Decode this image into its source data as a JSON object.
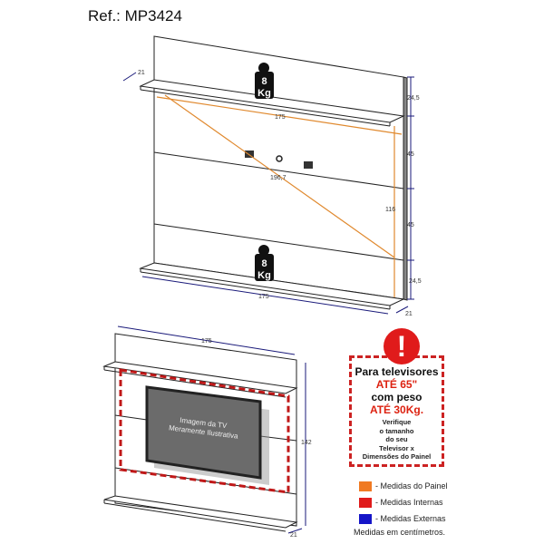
{
  "ref": "Ref.: MP3424",
  "top_drawing": {
    "weight_top": {
      "value": "8",
      "unit": "Kg"
    },
    "weight_bottom": {
      "value": "8",
      "unit": "Kg"
    },
    "depth_top": "21",
    "depth_bottom": "21",
    "width_panel": "175",
    "width_external": "175",
    "diagonal": "196,7",
    "height_panel": "116",
    "heights": [
      "24,5",
      "45",
      "45",
      "24,5"
    ]
  },
  "bottom_drawing": {
    "width": "175",
    "height": "142",
    "depth": "21",
    "tv_caption_1": "Imagem da TV",
    "tv_caption_2": "Meramente Ilustrativa"
  },
  "warning": {
    "line1": "Para televisores",
    "line2": "ATÉ 65\"",
    "line3": "com peso",
    "line4": "ATÉ 30Kg.",
    "small": [
      "Verifique",
      "o tamanho",
      "do seu",
      "Televisor x",
      "Dimensões do Painel"
    ]
  },
  "legend": [
    {
      "label": "- Medidas do Painel",
      "color": "#f07a22"
    },
    {
      "label": "- Medidas Internas",
      "color": "#e01b1b"
    },
    {
      "label": "- Medidas Externas",
      "color": "#1515c8"
    }
  ],
  "note": "Medidas em centímetros."
}
